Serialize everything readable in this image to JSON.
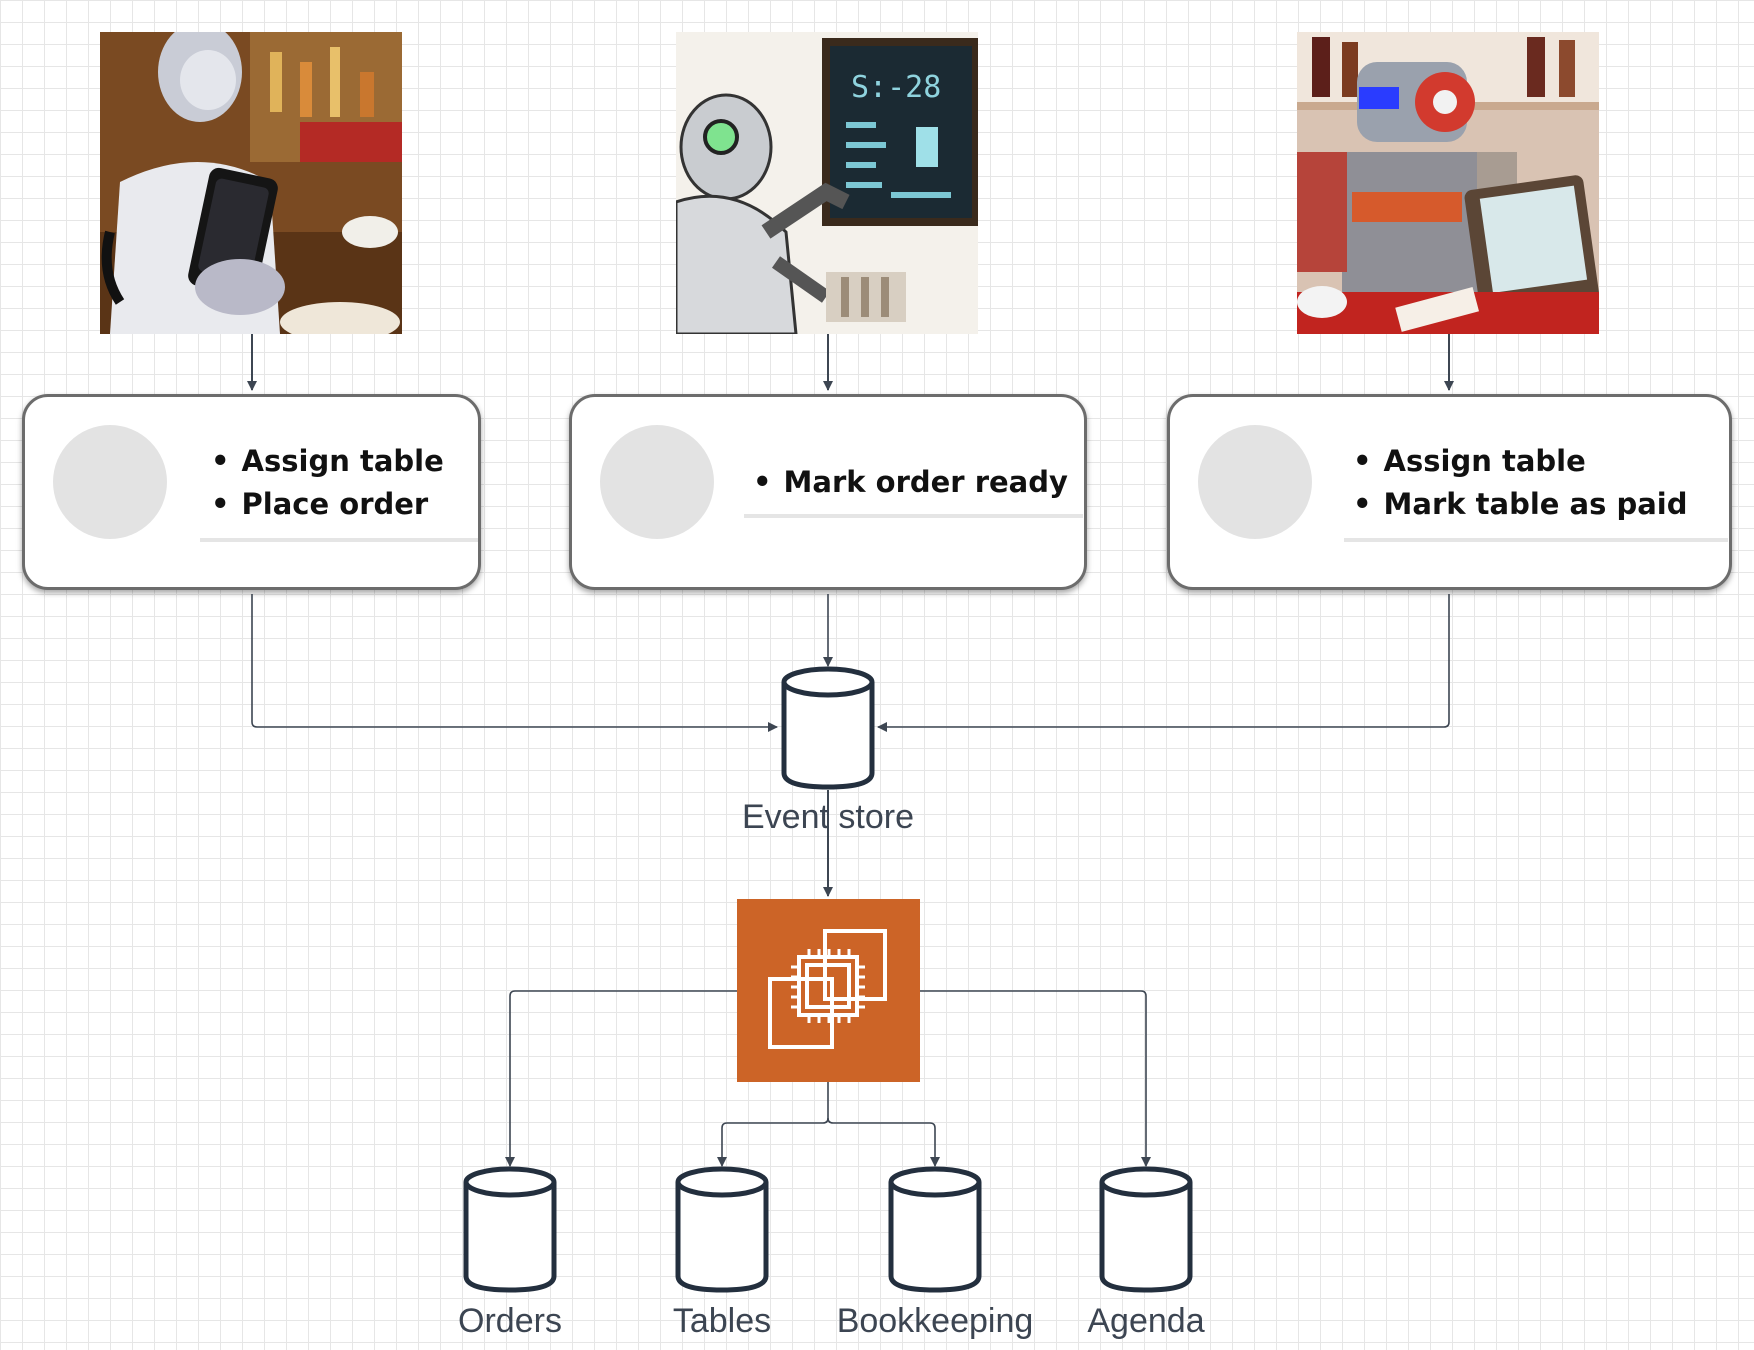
{
  "cards": [
    {
      "items": [
        "Assign table",
        "Place order"
      ]
    },
    {
      "items": [
        "Mark order ready"
      ]
    },
    {
      "items": [
        "Assign table",
        "Mark table as paid"
      ]
    }
  ],
  "event_store": {
    "label": "Event store"
  },
  "projections": [
    {
      "label": "Orders"
    },
    {
      "label": "Tables"
    },
    {
      "label": "Bookkeeping"
    },
    {
      "label": "Agenda"
    }
  ],
  "colors": {
    "processor": "#cc6427",
    "card_border": "#6c6c6c",
    "connector": "#3d4652",
    "store_stroke": "#232f3e"
  },
  "icons": {
    "processor": "compute-instances-icon",
    "store": "database-cylinder-icon"
  }
}
